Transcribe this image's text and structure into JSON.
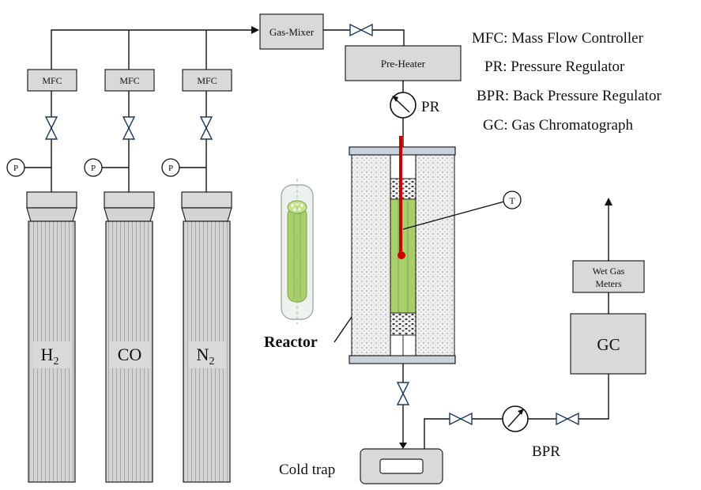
{
  "legend": {
    "mfc": "MFC: Mass Flow Controller",
    "pr": "PR: Pressure Regulator",
    "bpr": "BPR: Back Pressure Regulator",
    "gc": "GC: Gas Chromatograph"
  },
  "gas_mixer": "Gas-Mixer",
  "pre_heater": "Pre-Heater",
  "mfc_label": "MFC",
  "p_label": "P",
  "cylinders": [
    {
      "main": "H",
      "sub": "2"
    },
    {
      "main": "CO",
      "sub": ""
    },
    {
      "main": "N",
      "sub": "2"
    }
  ],
  "pr_label": "PR",
  "t_label": "T",
  "reactor_label": "Reactor",
  "cold_trap_label": "Cold trap",
  "bpr_label": "BPR",
  "gc_label": "GC",
  "wet_gas_meters": [
    "Wet Gas",
    "Meters"
  ],
  "colors": {
    "box_fill": "#d9d9d9",
    "catalyst_green": "#a9cf6a",
    "thermocouple_red": "#cc0000",
    "valve_stroke": "#1d3a5a"
  }
}
